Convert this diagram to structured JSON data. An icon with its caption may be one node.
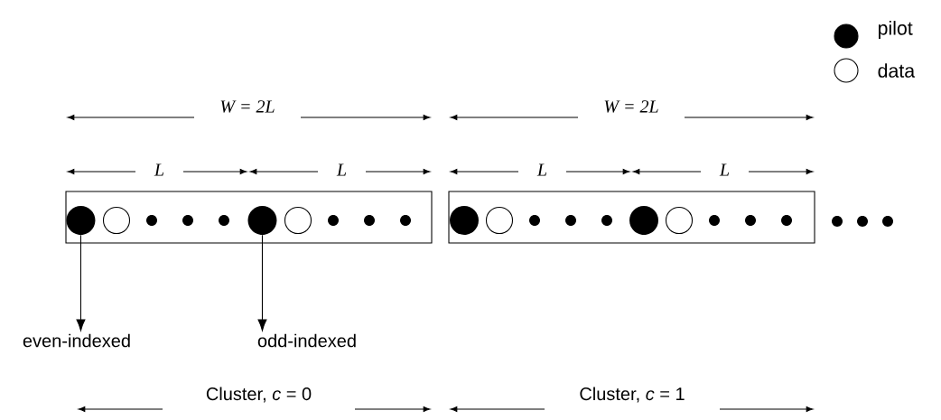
{
  "diagram": {
    "nodes": [
      {
        "text": [],
        "shape": "box"
      },
      {
        "text": [],
        "shape": "box"
      },
      {
        "text": [],
        "shape": "circle",
        "in": 0
      },
      {
        "text": [],
        "shape": "circle",
        "in": 0
      },
      {
        "text": [
          "even-indexed"
        ]
      },
      {
        "text": [
          "odd-indexed"
        ]
      }
    ],
    "edges": [
      {
        "from": 2,
        "to": 4,
        "arrow": "to"
      },
      {
        "from": 3,
        "to": 5,
        "arrow": "to"
      }
    ],
    "labels": [
      "W = 2L",
      "W = 2L",
      "L",
      "L",
      "L",
      "L",
      "Cluster, *c* = 0",
      "Cluster, *c* = 1"
    ],
    "legend": [
      {
        "text": "pilot"
      },
      {
        "text": "data"
      }
    ]
  }
}
